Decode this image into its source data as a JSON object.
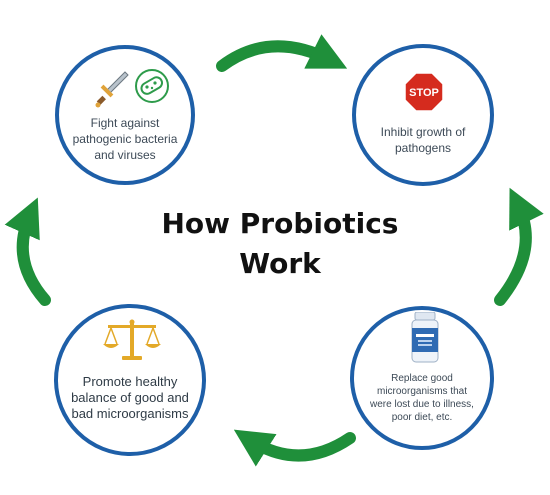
{
  "title": "How Probiotics Work",
  "colors": {
    "circle_border": "#1e5fa8",
    "arrow": "#1f8f3a",
    "stop_sign": "#d52b1e"
  },
  "steps": [
    {
      "text": "Fight against pathogenic bacteria and viruses",
      "icons": [
        "sword-icon",
        "bacteria-icon"
      ]
    },
    {
      "text": "Inhibit growth of pathogens",
      "icons": [
        "stop-sign-icon"
      ],
      "stop_label": "STOP"
    },
    {
      "text": "Promote healthy balance of good and bad microorganisms",
      "icons": [
        "balance-scale-icon"
      ]
    },
    {
      "text": "Replace good microorganisms that were lost due to illness, poor diet, etc.",
      "icons": [
        "probiotic-bottle-icon"
      ]
    }
  ]
}
